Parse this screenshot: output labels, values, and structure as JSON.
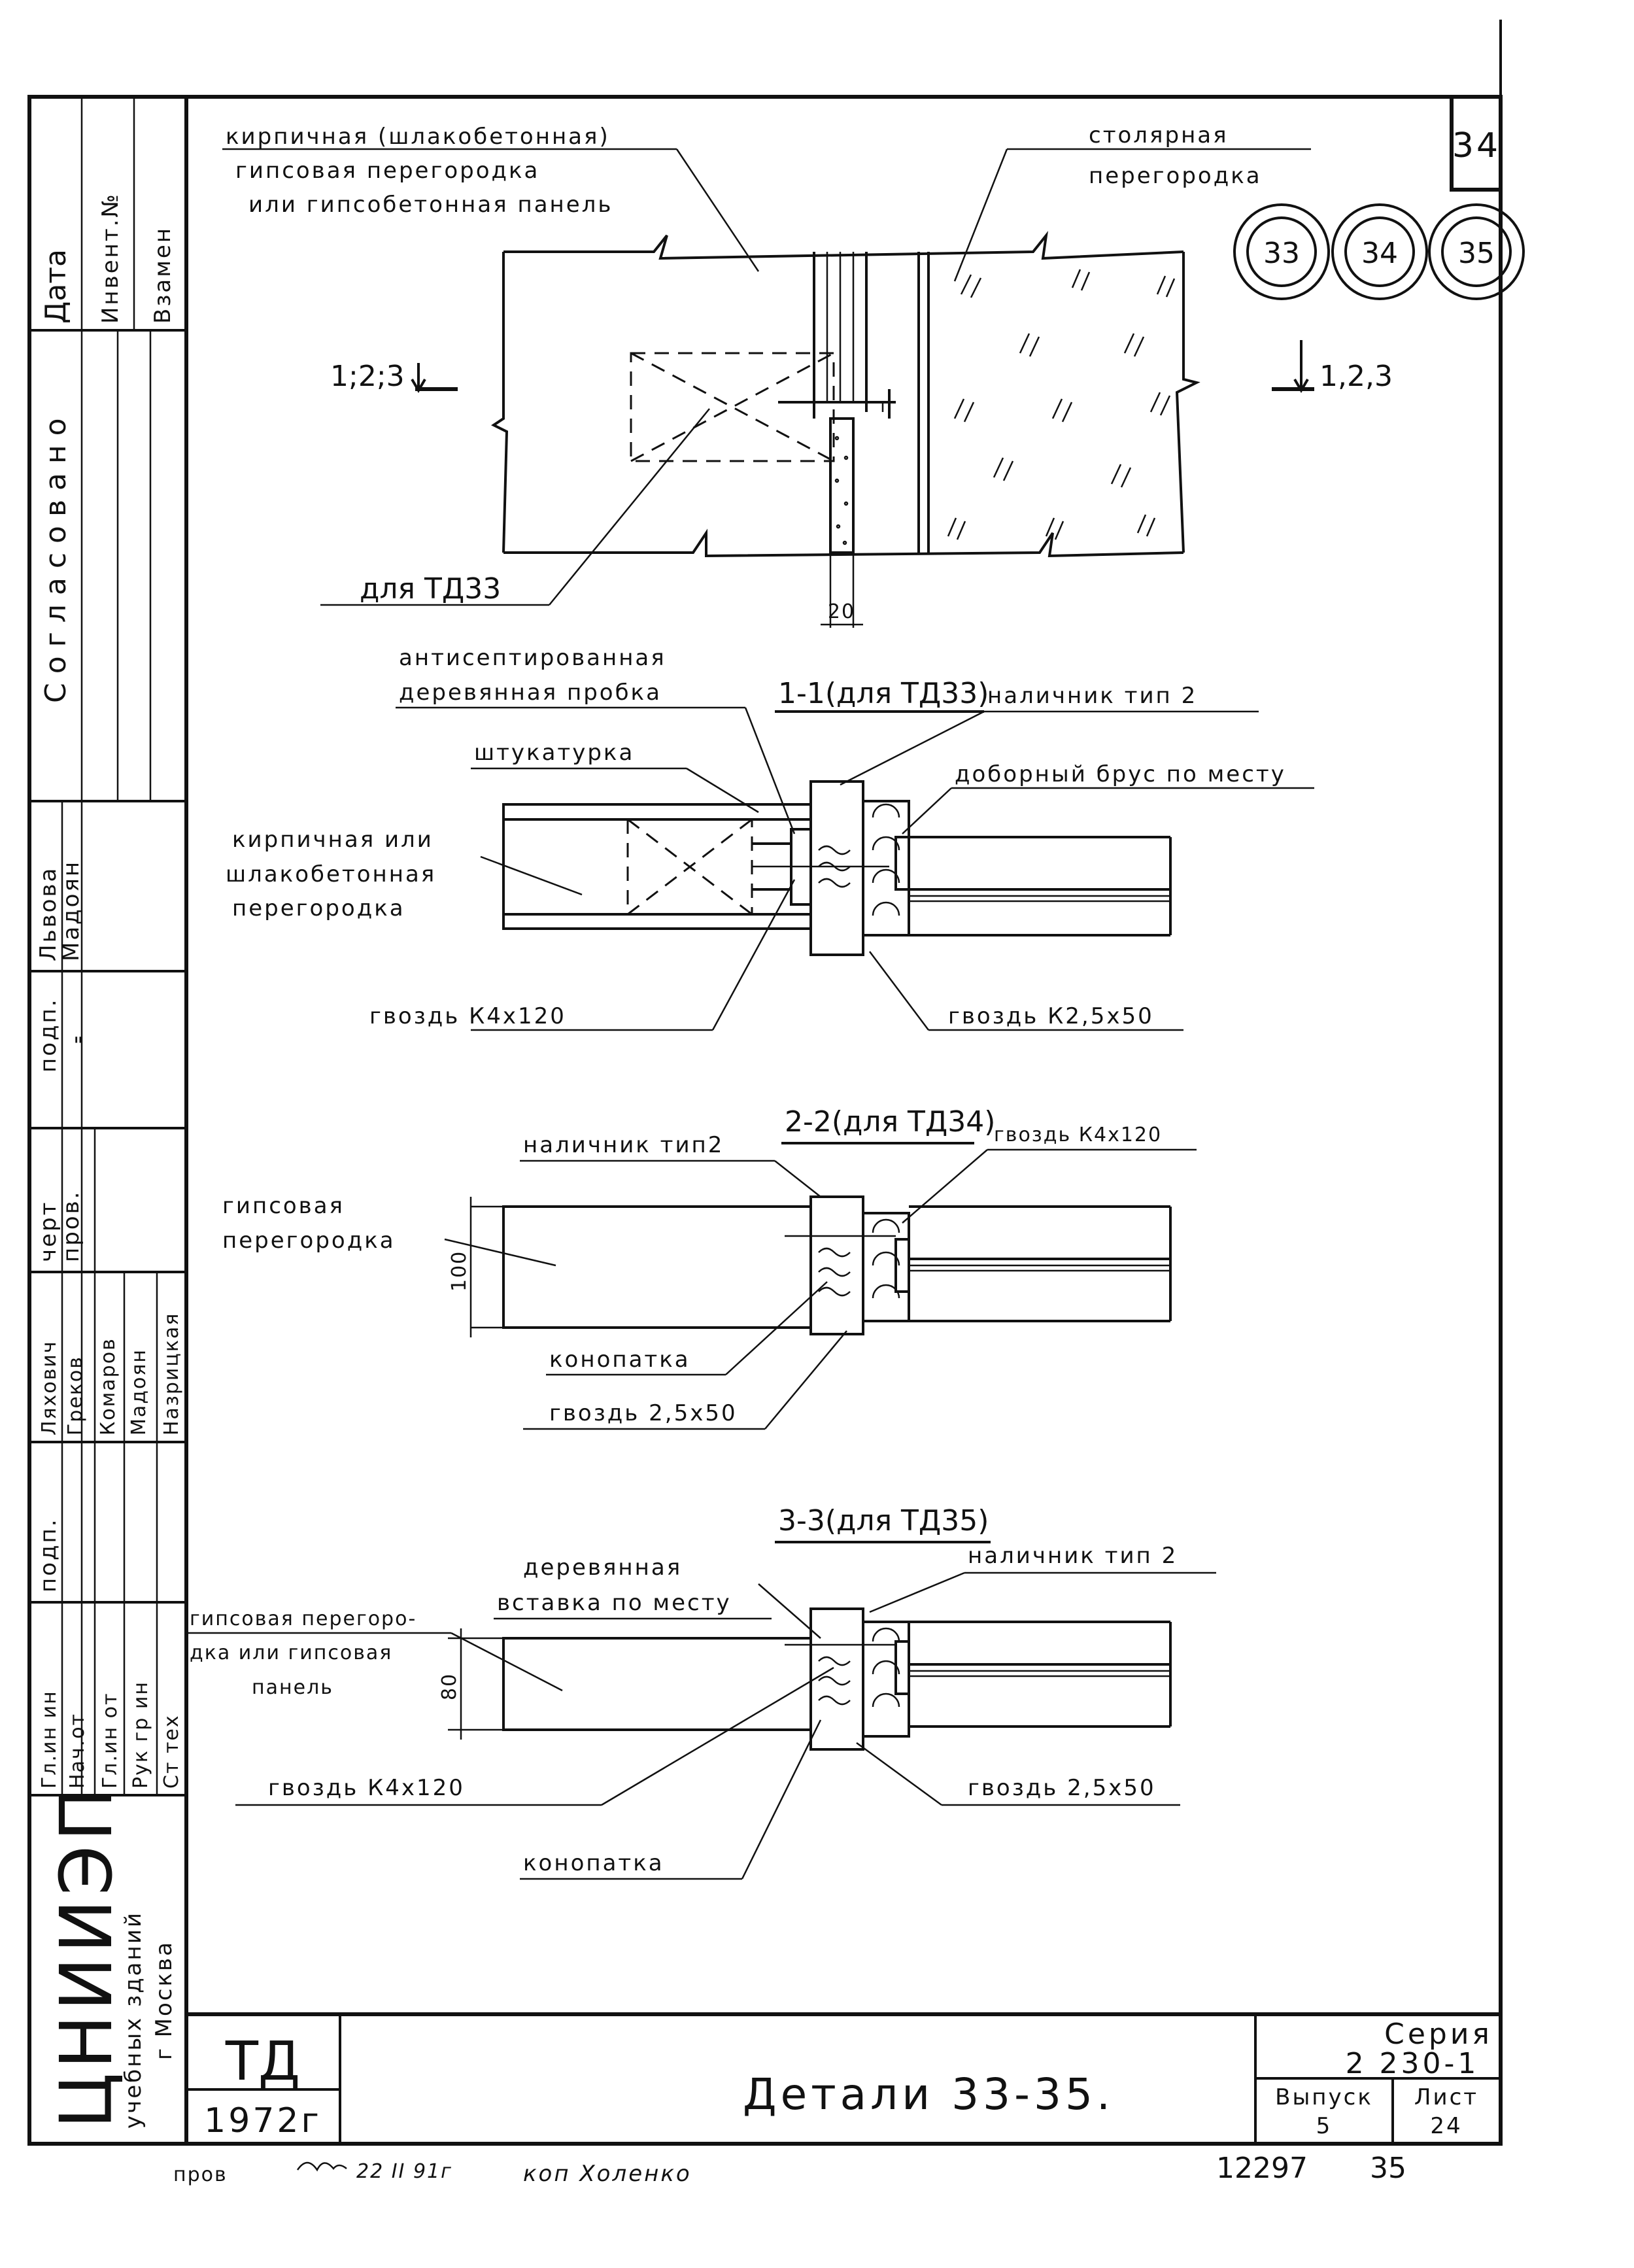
{
  "sheet": {
    "corner_number": "34",
    "node_refs": [
      "33",
      "34",
      "35"
    ],
    "title": "Детали 33-35.",
    "series_label": "Серия",
    "series_value": "2 230-1",
    "issue_label": "Выпуск",
    "issue_value": "5",
    "sheet_label": "Лист",
    "sheet_value": "24",
    "code": "ТД",
    "year": "1972г",
    "footer_left": "пров",
    "footer_sign": "22 II 91г",
    "footer_mid": "коп Холенко",
    "footer_num": "12297",
    "footer_num2": "35"
  },
  "org": {
    "name": "ЦНИИЭП",
    "sub1": "учебных зданий",
    "sub2": "г Москва"
  },
  "sidebar": {
    "top": [
      "Дата",
      "Инвент.№",
      "Взамен"
    ],
    "agreed": "Согласовано",
    "names_a": [
      "Львова",
      "Мадоян"
    ],
    "podp1": "подп.",
    "podp1_val": "\"",
    "cols_head": [
      "черт",
      "пров."
    ],
    "names_b": [
      "Ляхович",
      "Греков",
      "Комаров",
      "Мадоян",
      "Назрицкая"
    ],
    "podp2": "подп.",
    "roles": [
      "Гл.ин ин",
      "Нач.от",
      "Гл.ин от",
      "Рук гр ин",
      "Ст тех"
    ]
  },
  "plan": {
    "label_left_1": "кирпичная (шлакобетонная)",
    "label_left_2": "гипсовая перегородка",
    "label_left_3": "или гипсобетонная панель",
    "label_right_1": "столярная",
    "label_right_2": "перегородка",
    "cut_left": "1;2;3",
    "cut_right": "1,2,3",
    "for_td": "для ТД33",
    "dim": "20"
  },
  "section1": {
    "title": "1-1(для ТД33)",
    "label_plug_1": "антисептированная",
    "label_plug_2": "деревянная пробка",
    "label_trim": "наличник тип 2",
    "label_plaster": "штукатурка",
    "label_bar": "доборный брус по месту",
    "label_wall_1": "кирпичная или",
    "label_wall_2": "шлакобетонная",
    "label_wall_3": "перегородка",
    "label_nail_left": "гвоздь К4х120",
    "label_nail_right": "гвоздь К2,5х50"
  },
  "section2": {
    "title": "2-2(для ТД34)",
    "label_trim": "наличник тип2",
    "label_nail_top": "гвоздь К4х120",
    "label_wall_1": "гипсовая",
    "label_wall_2": "перегородка",
    "dim": "100",
    "label_caulk": "конопатка",
    "label_nail_bottom": "гвоздь 2,5х50"
  },
  "section3": {
    "title": "3-3(для ТД35)",
    "label_insert_1": "деревянная",
    "label_insert_2": "вставка по месту",
    "label_trim": "наличник тип 2",
    "label_wall_1": "гипсовая перегоро-",
    "label_wall_2": "дка или гипсовая",
    "label_wall_3": "панель",
    "dim": "80",
    "label_nail_left": "гвоздь К4х120",
    "label_nail_right": "гвоздь 2,5х50",
    "label_caulk": "конопатка"
  }
}
